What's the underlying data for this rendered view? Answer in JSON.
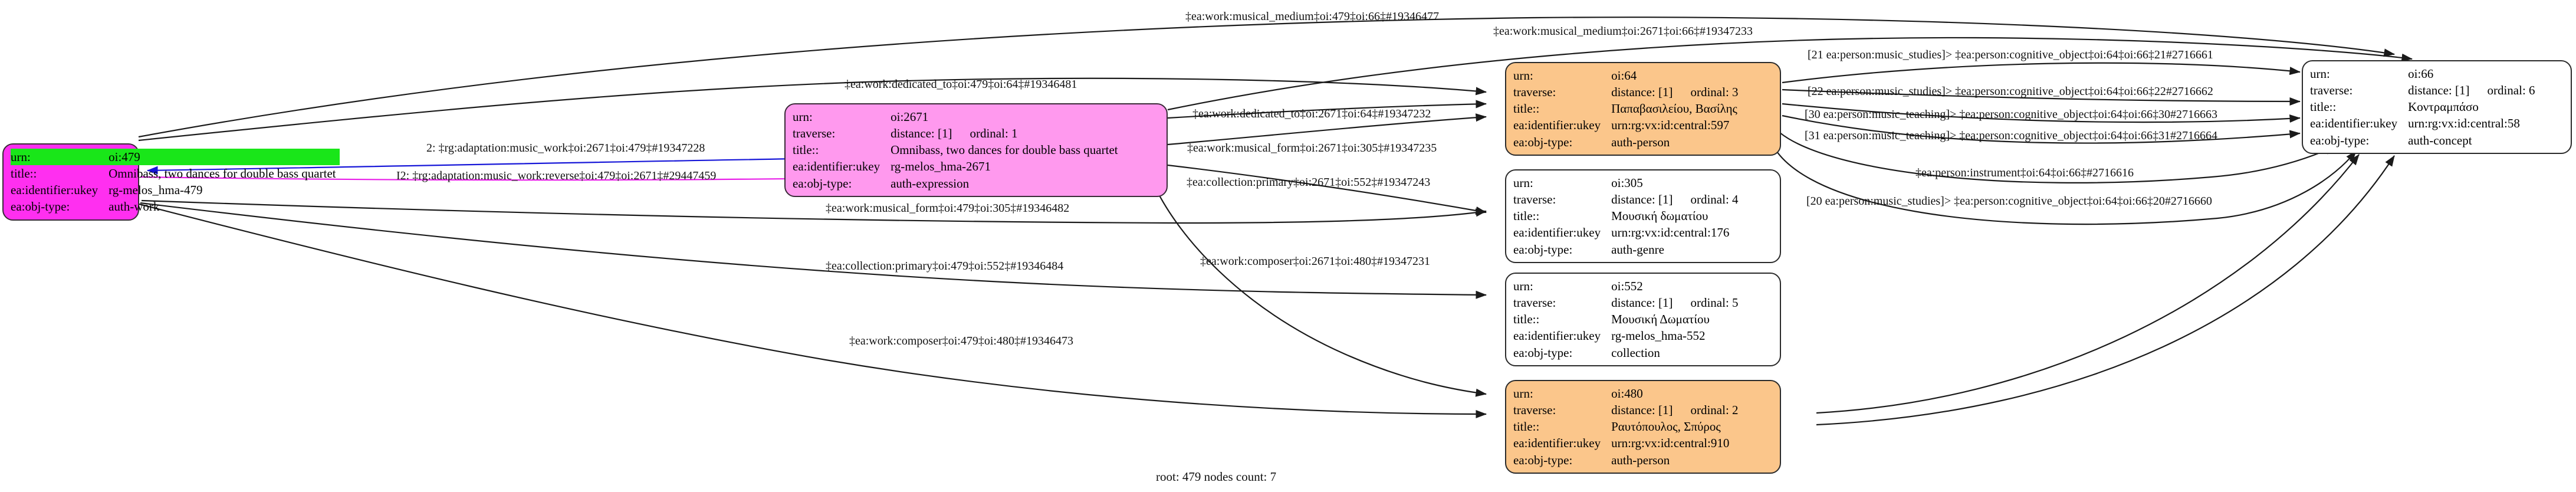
{
  "graph": {
    "caption": "root: 479 nodes count: 7",
    "colors": {
      "root_fill": "#ff2ff0",
      "expression_fill": "#ff99ee",
      "person_fill": "#fbc68b",
      "plain_fill": "#ffffff",
      "highlight_row": "#19e619",
      "edge_default": "#1a1a1a",
      "edge_blue": "#1616d8",
      "edge_magenta": "#e81ee8"
    },
    "field_labels": {
      "urn": "urn:",
      "traverse": "traverse:",
      "title": "title::",
      "ukey": "ea:identifier:ukey",
      "objtype": "ea:obj-type:"
    }
  },
  "nodes": [
    {
      "id": "n479",
      "fill": "root",
      "highlight_urn": true,
      "rows": [
        {
          "key": "urn:",
          "value": "oi:479"
        },
        {
          "key": "title::",
          "value": "Omnibass, two dances for double bass quartet"
        },
        {
          "key": "ea:identifier:ukey",
          "value": "rg-melos_hma-479"
        },
        {
          "key": "ea:obj-type:",
          "value": "auth-work"
        }
      ]
    },
    {
      "id": "n2671",
      "fill": "expression",
      "highlight_urn": false,
      "rows": [
        {
          "key": "urn:",
          "value": "oi:2671"
        },
        {
          "key": "traverse:",
          "value": "distance: [1]",
          "ordinal": "ordinal: 1"
        },
        {
          "key": "title::",
          "value": "Omnibass, two dances for double bass quartet"
        },
        {
          "key": "ea:identifier:ukey",
          "value": "rg-melos_hma-2671"
        },
        {
          "key": "ea:obj-type:",
          "value": "auth-expression"
        }
      ]
    },
    {
      "id": "n64",
      "fill": "person",
      "highlight_urn": false,
      "rows": [
        {
          "key": "urn:",
          "value": "oi:64"
        },
        {
          "key": "traverse:",
          "value": "distance: [1]",
          "ordinal": "ordinal: 3"
        },
        {
          "key": "title::",
          "value": "Παπαβασιλείου, Βασίλης"
        },
        {
          "key": "ea:identifier:ukey",
          "value": "urn:rg:vx:id:central:597"
        },
        {
          "key": "ea:obj-type:",
          "value": "auth-person"
        }
      ]
    },
    {
      "id": "n305",
      "fill": "plain",
      "highlight_urn": false,
      "rows": [
        {
          "key": "urn:",
          "value": "oi:305"
        },
        {
          "key": "traverse:",
          "value": "distance: [1]",
          "ordinal": "ordinal: 4"
        },
        {
          "key": "title::",
          "value": "Μουσική δωματίου"
        },
        {
          "key": "ea:identifier:ukey",
          "value": "urn:rg:vx:id:central:176"
        },
        {
          "key": "ea:obj-type:",
          "value": "auth-genre"
        }
      ]
    },
    {
      "id": "n552",
      "fill": "plain",
      "highlight_urn": false,
      "rows": [
        {
          "key": "urn:",
          "value": "oi:552"
        },
        {
          "key": "traverse:",
          "value": "distance: [1]",
          "ordinal": "ordinal: 5"
        },
        {
          "key": "title::",
          "value": "Μουσική Δωματίου"
        },
        {
          "key": "ea:identifier:ukey",
          "value": "rg-melos_hma-552"
        },
        {
          "key": "ea:obj-type:",
          "value": "collection"
        }
      ]
    },
    {
      "id": "n480",
      "fill": "person",
      "highlight_urn": false,
      "rows": [
        {
          "key": "urn:",
          "value": "oi:480"
        },
        {
          "key": "traverse:",
          "value": "distance: [1]",
          "ordinal": "ordinal: 2"
        },
        {
          "key": "title::",
          "value": "Ραυτόπουλος, Σπύρος"
        },
        {
          "key": "ea:identifier:ukey",
          "value": "urn:rg:vx:id:central:910"
        },
        {
          "key": "ea:obj-type:",
          "value": "auth-person"
        }
      ]
    },
    {
      "id": "n66",
      "fill": "plain",
      "highlight_urn": false,
      "rows": [
        {
          "key": "urn:",
          "value": "oi:66"
        },
        {
          "key": "traverse:",
          "value": "distance: [1]",
          "ordinal": "ordinal: 6"
        },
        {
          "key": "title::",
          "value": "Κοντραμπάσο"
        },
        {
          "key": "ea:identifier:ukey",
          "value": "urn:rg:vx:id:central:58"
        },
        {
          "key": "ea:obj-type:",
          "value": "auth-concept"
        }
      ]
    }
  ],
  "edge_labels": [
    {
      "id": "e1",
      "text": "‡ea:work:musical_medium‡oi:479‡oi:66‡#19346477"
    },
    {
      "id": "e2",
      "text": "‡ea:work:musical_medium‡oi:2671‡oi:66‡#19347233"
    },
    {
      "id": "e3",
      "text": "‡ea:work:dedicated_to‡oi:479‡oi:64‡#19346481"
    },
    {
      "id": "e4",
      "text": "2: ‡rg:adaptation:music_work‡oi:2671‡oi:479‡#19347228"
    },
    {
      "id": "e5",
      "text": "I2: ‡rg:adaptation:music_work:reverse‡oi:479‡oi:2671‡#29447459"
    },
    {
      "id": "e6",
      "text": "‡ea:work:dedicated_to‡oi:2671‡oi:64‡#19347232"
    },
    {
      "id": "e7",
      "text": "‡ea:work:musical_form‡oi:2671‡oi:305‡#19347235"
    },
    {
      "id": "e8",
      "text": "‡ea:collection:primary‡oi:2671‡oi:552‡#19347243"
    },
    {
      "id": "e9",
      "text": "‡ea:work:musical_form‡oi:479‡oi:305‡#19346482"
    },
    {
      "id": "e10",
      "text": "‡ea:collection:primary‡oi:479‡oi:552‡#19346484"
    },
    {
      "id": "e11",
      "text": "‡ea:work:composer‡oi:2671‡oi:480‡#19347231"
    },
    {
      "id": "e12",
      "text": "‡ea:work:composer‡oi:479‡oi:480‡#19346473"
    },
    {
      "id": "e13",
      "text": "[21 ea:person:music_studies]> ‡ea:person:cognitive_object‡oi:64‡oi:66‡21#2716661"
    },
    {
      "id": "e14",
      "text": "[22 ea:person:music_studies]> ‡ea:person:cognitive_object‡oi:64‡oi:66‡22#2716662"
    },
    {
      "id": "e15",
      "text": "[30 ea:person:music_teaching]> ‡ea:person:cognitive_object‡oi:64‡oi:66‡30#2716663"
    },
    {
      "id": "e16",
      "text": "[31 ea:person:music_teaching]> ‡ea:person:cognitive_object‡oi:64‡oi:66‡31#2716664"
    },
    {
      "id": "e17",
      "text": "‡ea:person:instrument‡oi:64‡oi:66‡#2716616"
    },
    {
      "id": "e18",
      "text": "[20 ea:person:music_studies]> ‡ea:person:cognitive_object‡oi:64‡oi:66‡20#2716660"
    }
  ]
}
